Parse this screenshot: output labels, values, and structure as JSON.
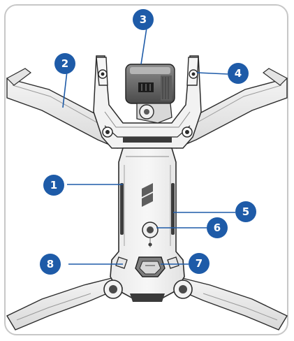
{
  "figure": {
    "accent_color": "#1e5ba8",
    "callouts": [
      {
        "id": "1",
        "label": "1"
      },
      {
        "id": "2",
        "label": "2"
      },
      {
        "id": "3",
        "label": "3"
      },
      {
        "id": "4",
        "label": "4"
      },
      {
        "id": "5",
        "label": "5"
      },
      {
        "id": "6",
        "label": "6"
      },
      {
        "id": "7",
        "label": "7"
      },
      {
        "id": "8",
        "label": "8"
      }
    ]
  }
}
